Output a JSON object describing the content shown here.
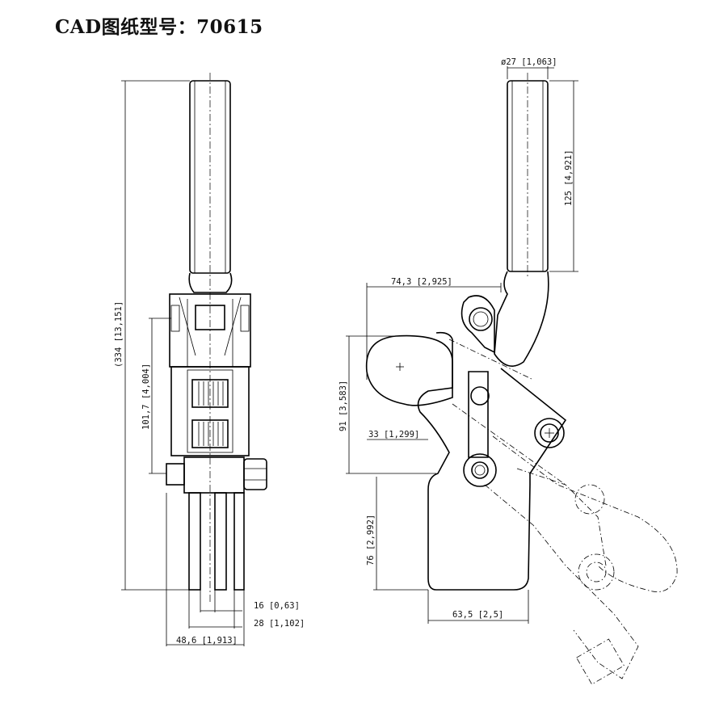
{
  "title": "CAD图纸型号：70615",
  "dimensions": {
    "total_height": "(334 [13,151]",
    "upper_height": "101,7 [4,004]",
    "width_16": "16 [0,63]",
    "width_28": "28 [1,102]",
    "width_48": "48,6 [1,913]",
    "dia": "ø27 [1,063]",
    "handle_len": "125 [4,921]",
    "reach": "74,3 [2,925]",
    "height_91": "91 [3,583]",
    "offset_33": "33 [1,299]",
    "height_76": "76 [2,992]",
    "base_w": "63,5 [2,5]"
  }
}
